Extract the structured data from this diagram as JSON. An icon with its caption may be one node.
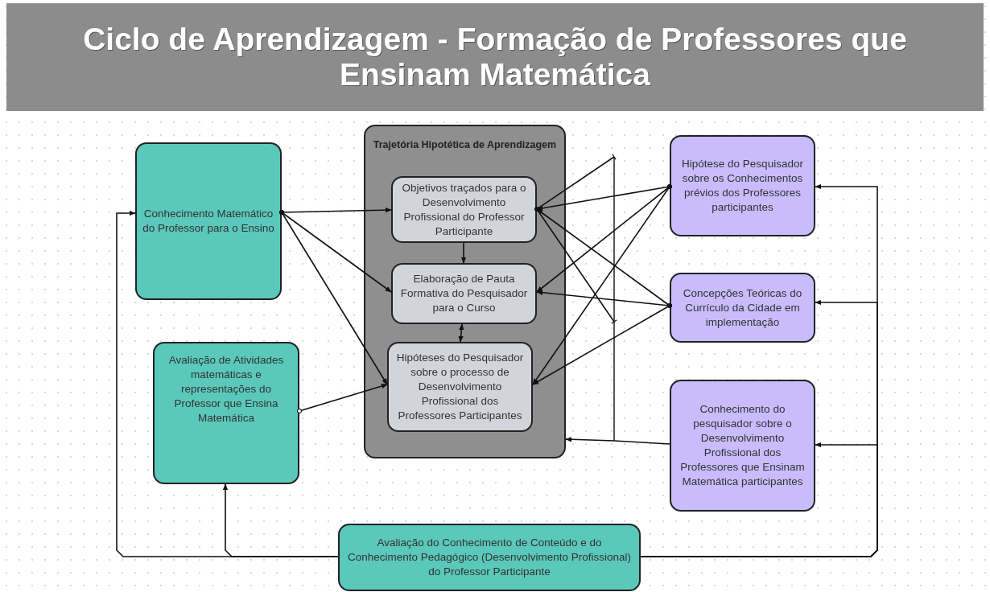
{
  "diagram": {
    "title": "Ciclo de Aprendizagem - Formação de Professores que Ensinam Matemática",
    "nodes": [
      {
        "text": [
          "Conhecimento Matemático do Professor para o Ensino"
        ]
      },
      {
        "text": [
          "Trajetória Hipotética de Aprendizagem"
        ]
      },
      {
        "text": [
          "Objetivos traçados para o Desenvolvimento Profissional do Professor Participante"
        ],
        "in": 1
      },
      {
        "text": [
          "Elaboração de Pauta Formativa do Pesquisador para o Curso"
        ],
        "in": 1
      },
      {
        "text": [
          "Hipóteses do Pesquisador sobre o processo de Desenvolvimento Profissional dos Professores Participantes"
        ],
        "in": 1
      },
      {
        "text": [
          "Avaliação de Atividades matemáticas e representações do Professor que Ensina Matemática"
        ]
      },
      {
        "text": [
          "Hipótese do Pesquisador sobre os Conhecimentos prévios dos Professores participantes"
        ]
      },
      {
        "text": [
          "Concepções Teóricas do Currículo da Cidade em implementação"
        ]
      },
      {
        "text": [
          "Conhecimento do pesquisador sobre o Desenvolvimento Profissional dos Professores que Ensinam Matemática participantes"
        ]
      },
      {
        "text": [
          "Avaliação do Conhecimento de Conteúdo e do Conhecimento Pedagógico (Desenvolvimento Profissional) do Professor Participante"
        ]
      }
    ],
    "edges": [
      {
        "from": 0,
        "to": 2,
        "arrow": "to"
      },
      {
        "from": 0,
        "to": 3,
        "arrow": "to"
      },
      {
        "from": 0,
        "to": 4,
        "arrow": "to"
      },
      {
        "from": 5,
        "to": 4,
        "arrow": "to"
      },
      {
        "from": 2,
        "to": 3,
        "arrow": "to"
      },
      {
        "from": 3,
        "to": 4,
        "arrow": "both"
      },
      {
        "from": 6,
        "to": 2,
        "arrow": "to"
      },
      {
        "from": 6,
        "to": 3,
        "arrow": "to"
      },
      {
        "from": 6,
        "to": 4,
        "arrow": "to"
      },
      {
        "from": 7,
        "to": 2,
        "arrow": "to"
      },
      {
        "from": 7,
        "to": 3,
        "arrow": "to"
      },
      {
        "from": 7,
        "to": 4,
        "arrow": "to"
      },
      {
        "from": 2,
        "to": null,
        "arrow": "other"
      },
      {
        "from": 2,
        "to": null,
        "arrow": "other"
      },
      {
        "from": 8,
        "to": 1,
        "arrow": "to"
      },
      {
        "from": 9,
        "to": 0,
        "arrow": "to"
      },
      {
        "from": 9,
        "to": 5,
        "arrow": "to"
      },
      {
        "from": 9,
        "to": 6,
        "arrow": "to"
      },
      {
        "from": 9,
        "to": 7,
        "arrow": "to"
      },
      {
        "from": 9,
        "to": 8,
        "arrow": "to"
      }
    ]
  }
}
